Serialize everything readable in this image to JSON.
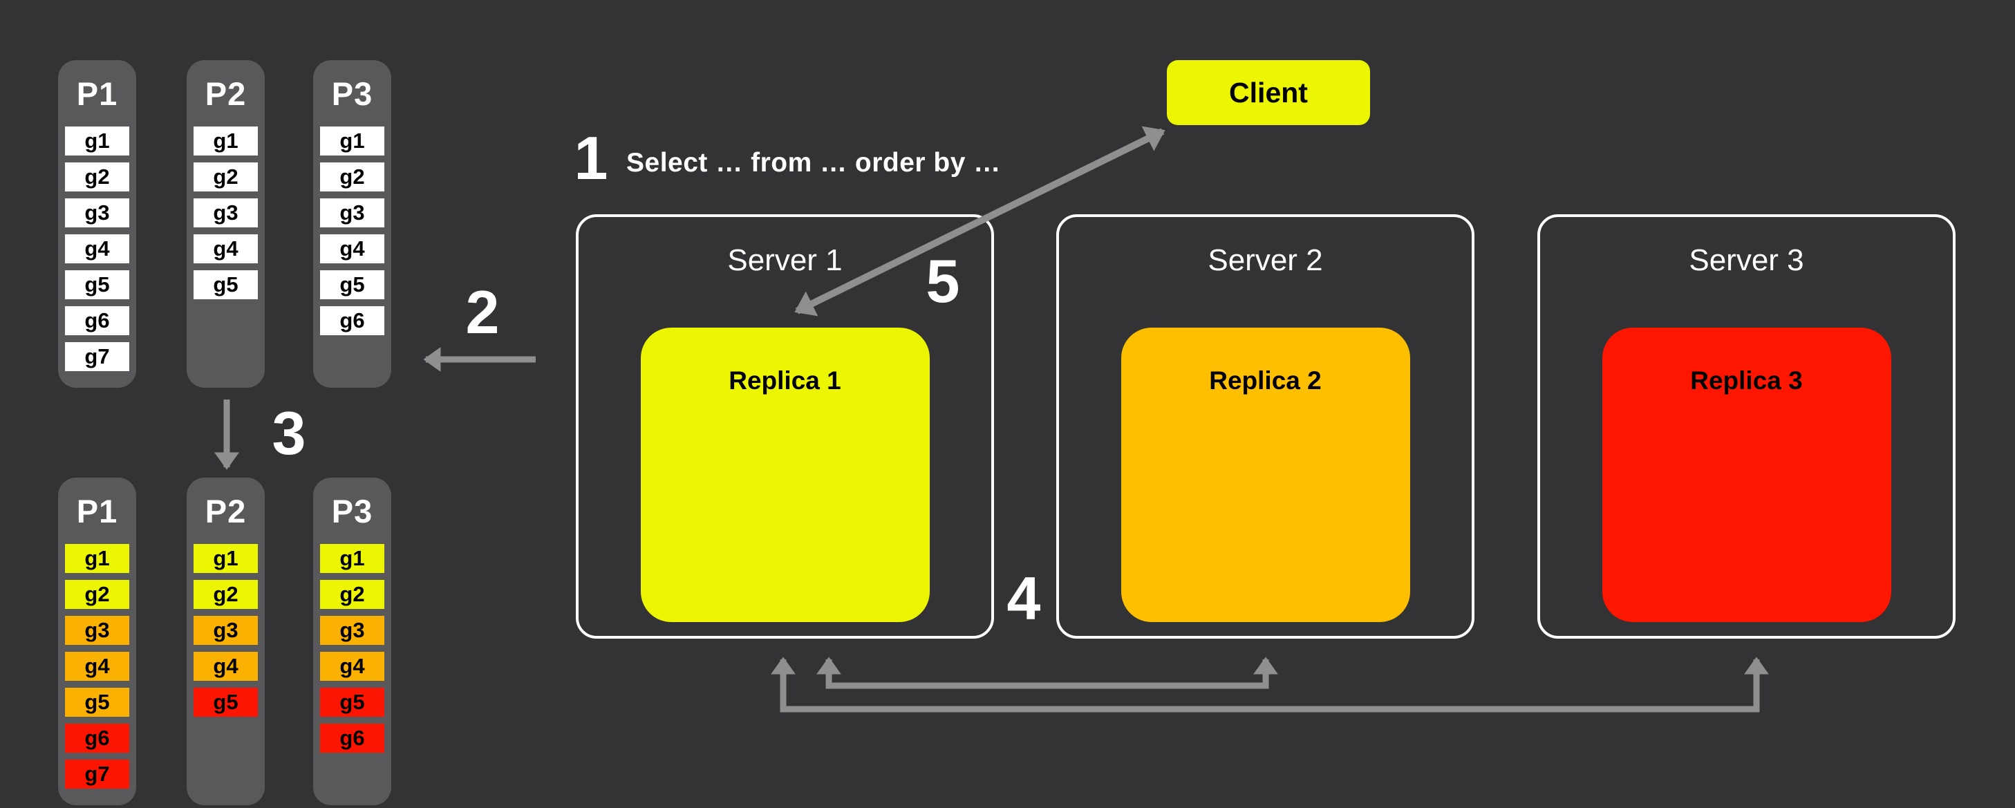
{
  "colors": {
    "background": "#333234",
    "column": "#59595B",
    "arrow": "#8F8F8F",
    "server_border": "#FFFFFF",
    "cell_white": "#FFFFFF",
    "yellow": "#ECF502",
    "orange": "#FBB101",
    "red": "#FC1602"
  },
  "steps": {
    "one": "1",
    "two": "2",
    "three": "3",
    "four": "4",
    "five": "5"
  },
  "query": {
    "text": "Select … from … order by …"
  },
  "client": {
    "label": "Client",
    "color": "#ECF502"
  },
  "servers": [
    {
      "label": "Server 1",
      "replica": {
        "label": "Replica 1",
        "color": "#ECF502"
      }
    },
    {
      "label": "Server 2",
      "replica": {
        "label": "Replica 2",
        "color": "#FDBF00"
      }
    },
    {
      "label": "Server 3",
      "replica": {
        "label": "Replica 3",
        "color": "#FD1600"
      }
    }
  ],
  "partitions_top": {
    "columns": [
      {
        "label": "P1",
        "cells": [
          {
            "label": "g1",
            "color": "#FFFFFF"
          },
          {
            "label": "g2",
            "color": "#FFFFFF"
          },
          {
            "label": "g3",
            "color": "#FFFFFF"
          },
          {
            "label": "g4",
            "color": "#FFFFFF"
          },
          {
            "label": "g5",
            "color": "#FFFFFF"
          },
          {
            "label": "g6",
            "color": "#FFFFFF"
          },
          {
            "label": "g7",
            "color": "#FFFFFF"
          }
        ]
      },
      {
        "label": "P2",
        "cells": [
          {
            "label": "g1",
            "color": "#FFFFFF"
          },
          {
            "label": "g2",
            "color": "#FFFFFF"
          },
          {
            "label": "g3",
            "color": "#FFFFFF"
          },
          {
            "label": "g4",
            "color": "#FFFFFF"
          },
          {
            "label": "g5",
            "color": "#FFFFFF"
          }
        ]
      },
      {
        "label": "P3",
        "cells": [
          {
            "label": "g1",
            "color": "#FFFFFF"
          },
          {
            "label": "g2",
            "color": "#FFFFFF"
          },
          {
            "label": "g3",
            "color": "#FFFFFF"
          },
          {
            "label": "g4",
            "color": "#FFFFFF"
          },
          {
            "label": "g5",
            "color": "#FFFFFF"
          },
          {
            "label": "g6",
            "color": "#FFFFFF"
          }
        ]
      }
    ]
  },
  "partitions_bottom": {
    "columns": [
      {
        "label": "P1",
        "cells": [
          {
            "label": "g1",
            "color": "#ECF502"
          },
          {
            "label": "g2",
            "color": "#ECF502"
          },
          {
            "label": "g3",
            "color": "#FBB101"
          },
          {
            "label": "g4",
            "color": "#FBB101"
          },
          {
            "label": "g5",
            "color": "#FBB101"
          },
          {
            "label": "g6",
            "color": "#FC1602"
          },
          {
            "label": "g7",
            "color": "#FC1602"
          }
        ]
      },
      {
        "label": "P2",
        "cells": [
          {
            "label": "g1",
            "color": "#ECF502"
          },
          {
            "label": "g2",
            "color": "#ECF502"
          },
          {
            "label": "g3",
            "color": "#FBB101"
          },
          {
            "label": "g4",
            "color": "#FBB101"
          },
          {
            "label": "g5",
            "color": "#FC1602"
          }
        ]
      },
      {
        "label": "P3",
        "cells": [
          {
            "label": "g1",
            "color": "#ECF502"
          },
          {
            "label": "g2",
            "color": "#ECF502"
          },
          {
            "label": "g3",
            "color": "#FBB101"
          },
          {
            "label": "g4",
            "color": "#FBB101"
          },
          {
            "label": "g5",
            "color": "#FC1602"
          },
          {
            "label": "g6",
            "color": "#FC1602"
          }
        ]
      }
    ]
  }
}
